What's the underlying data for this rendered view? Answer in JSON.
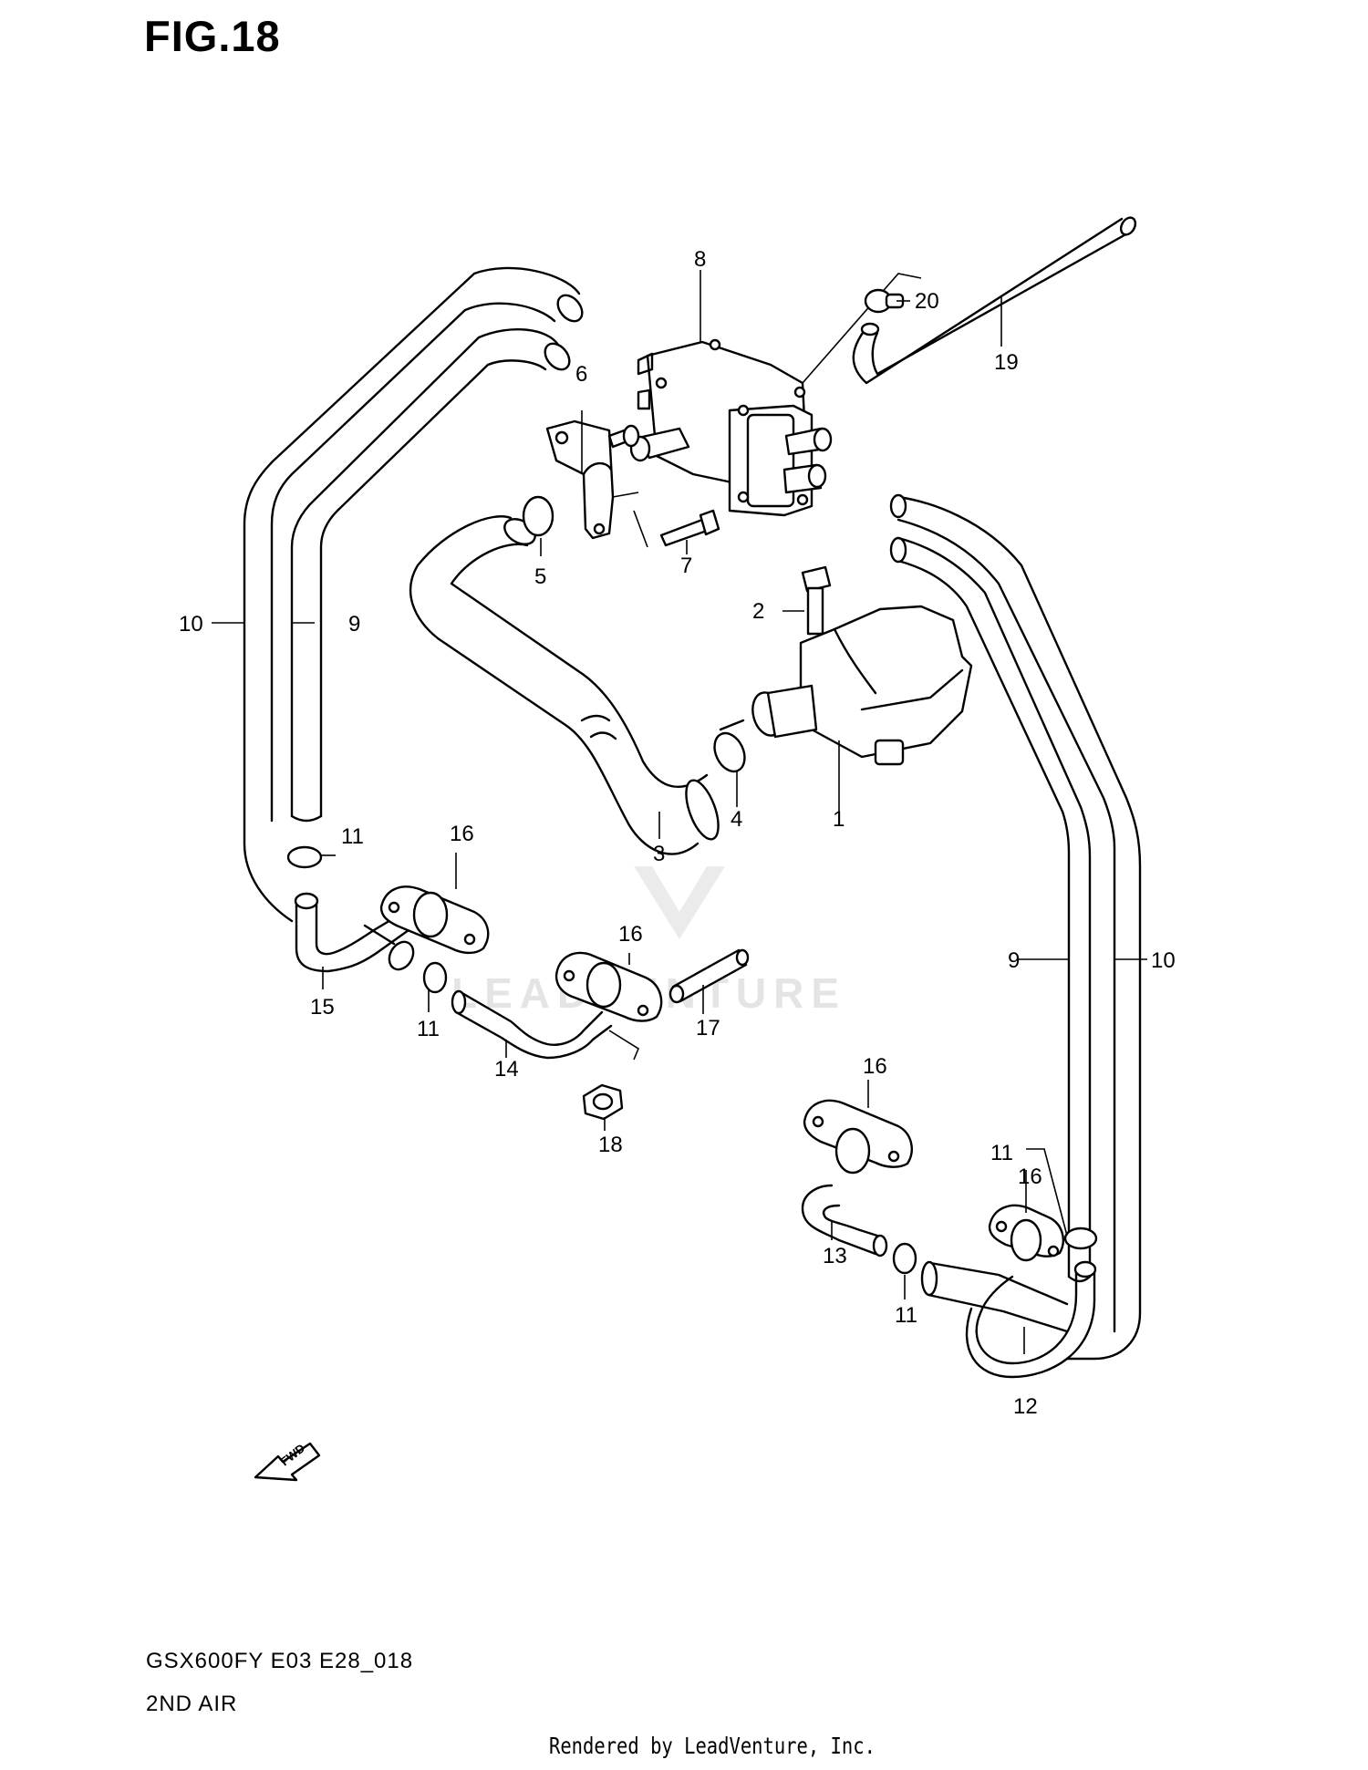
{
  "figure": {
    "title": "FIG.18",
    "model": "GSX600FY E03 E28_018",
    "section": "2ND AIR"
  },
  "credit": "Rendered by LeadVenture, Inc.",
  "watermark": "LEADVENTURE",
  "fwd_label": "FWD",
  "callouts": [
    "1",
    "2",
    "3",
    "4",
    "5",
    "6",
    "7",
    "8",
    "9",
    "9",
    "10",
    "10",
    "11",
    "11",
    "11",
    "11",
    "12",
    "13",
    "14",
    "15",
    "16",
    "16",
    "16",
    "16",
    "17",
    "18",
    "19",
    "20"
  ]
}
